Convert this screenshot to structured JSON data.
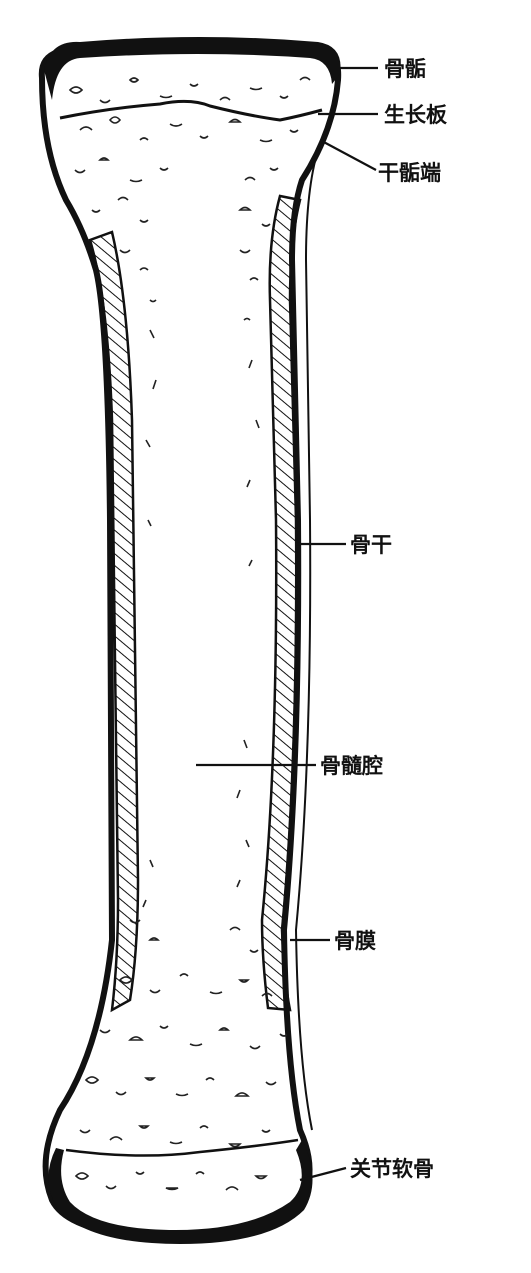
{
  "colors": {
    "ink": "#111111",
    "paper": "#ffffff"
  },
  "labels": {
    "epiphysis": "骨骺",
    "growth_plate": "生长板",
    "metaphysis": "干骺端",
    "diaphysis": "骨干",
    "marrow_cavity": "骨髓腔",
    "periosteum": "骨膜",
    "articular_cartilage": "关节软骨"
  }
}
